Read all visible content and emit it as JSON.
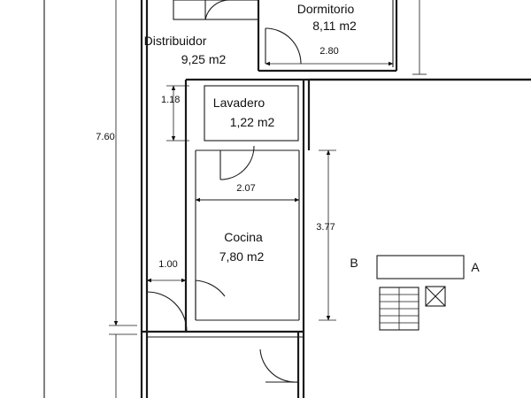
{
  "rooms": {
    "dormitorio": {
      "name": "Dormitorio",
      "area": "8,11 m2"
    },
    "distribuidor": {
      "name": "Distribuidor",
      "area": "9,25 m2"
    },
    "lavadero": {
      "name": "Lavadero",
      "area": "1,22 m2"
    },
    "cocina": {
      "name": "Cocina",
      "area": "7,80 m2"
    }
  },
  "dimensions": {
    "total_height": "7.60",
    "dormitorio_width": "2.80",
    "lavadero_height": "1.18",
    "cocina_width": "2.07",
    "cocina_height": "3.77",
    "door_width": "1.00"
  },
  "legend": {
    "label_b": "B",
    "label_a": "A"
  }
}
